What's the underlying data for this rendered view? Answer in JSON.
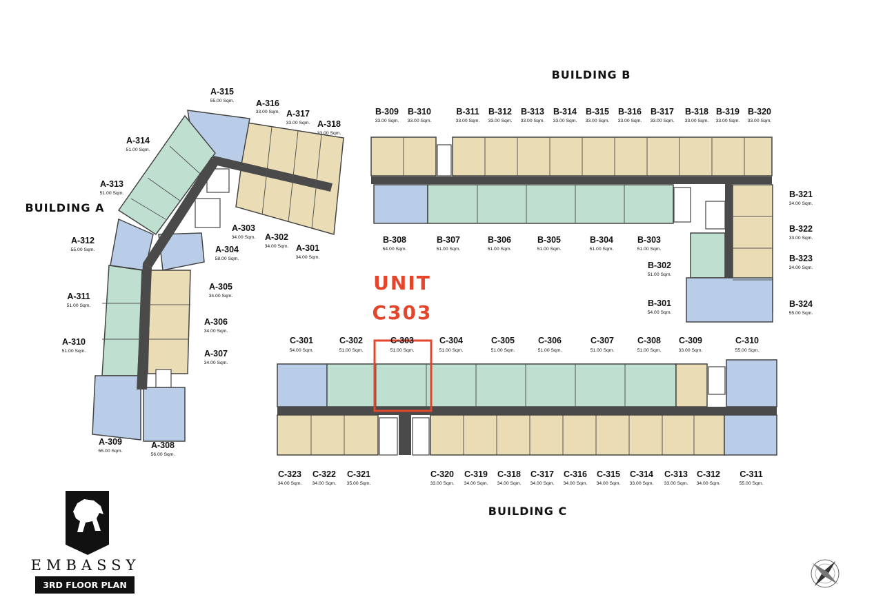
{
  "buildings": {
    "a": "BUILDING A",
    "b": "BUILDING B",
    "c": "BUILDING C"
  },
  "highlight": {
    "line1": "UNIT",
    "line2": "C303",
    "unit_code": "C-303",
    "unit_area": "51.00 Sqm.",
    "color": "#e3462c"
  },
  "brand": {
    "name": "EMBASSY",
    "plan_title": "3RD FLOOR PLAN"
  },
  "colors": {
    "blue": "#b9cde8",
    "green": "#bfe0d1",
    "tan": "#eadcb5",
    "corridor": "#4a4a4a",
    "wall": "#444444"
  },
  "units": {
    "A-301": "34.00 Sqm.",
    "A-302": "34.00 Sqm.",
    "A-303": "34.00 Sqm.",
    "A-304": "58.00 Sqm.",
    "A-305": "34.00 Sqm.",
    "A-306": "34.00 Sqm.",
    "A-307": "34.00 Sqm.",
    "A-308": "56.00 Sqm.",
    "A-309": "55.00 Sqm.",
    "A-310": "51.00 Sqm.",
    "A-311": "51.00 Sqm.",
    "A-312": "55.00 Sqm.",
    "A-313": "51.00 Sqm.",
    "A-314": "51.00 Sqm.",
    "A-315": "55.00 Sqm.",
    "A-316": "33.00 Sqm.",
    "A-317": "33.00 Sqm.",
    "A-318": "33.00 Sqm.",
    "B-301": "54.00 Sqm.",
    "B-302": "51.00 Sqm.",
    "B-303": "51.00 Sqm.",
    "B-304": "51.00 Sqm.",
    "B-305": "51.00 Sqm.",
    "B-306": "51.00 Sqm.",
    "B-307": "51.00 Sqm.",
    "B-308": "54.00 Sqm.",
    "B-309": "33.00 Sqm.",
    "B-310": "33.00 Sqm.",
    "B-311": "33.00 Sqm.",
    "B-312": "33.00 Sqm.",
    "B-313": "33.00 Sqm.",
    "B-314": "33.00 Sqm.",
    "B-315": "33.00 Sqm.",
    "B-316": "33.00 Sqm.",
    "B-317": "33.00 Sqm.",
    "B-318": "33.00 Sqm.",
    "B-319": "33.00 Sqm.",
    "B-320": "33.00 Sqm.",
    "B-321": "34.00 Sqm.",
    "B-322": "33.00 Sqm.",
    "B-323": "34.00 Sqm.",
    "B-324": "55.00 Sqm.",
    "C-301": "54.00 Sqm.",
    "C-302": "51.00 Sqm.",
    "C-304": "51.00 Sqm.",
    "C-305": "51.00 Sqm.",
    "C-306": "51.00 Sqm.",
    "C-307": "51.00 Sqm.",
    "C-308": "51.00 Sqm.",
    "C-309": "33.00 Sqm.",
    "C-310": "55.00 Sqm.",
    "C-311": "55.00 Sqm.",
    "C-312": "34.00 Sqm.",
    "C-313": "33.00 Sqm.",
    "C-314": "33.00 Sqm.",
    "C-315": "34.00 Sqm.",
    "C-316": "34.00 Sqm.",
    "C-317": "34.00 Sqm.",
    "C-318": "34.00 Sqm.",
    "C-319": "34.00 Sqm.",
    "C-320": "33.00 Sqm.",
    "C-321": "35.00 Sqm.",
    "C-322": "34.00 Sqm.",
    "C-323": "34.00 Sqm."
  }
}
